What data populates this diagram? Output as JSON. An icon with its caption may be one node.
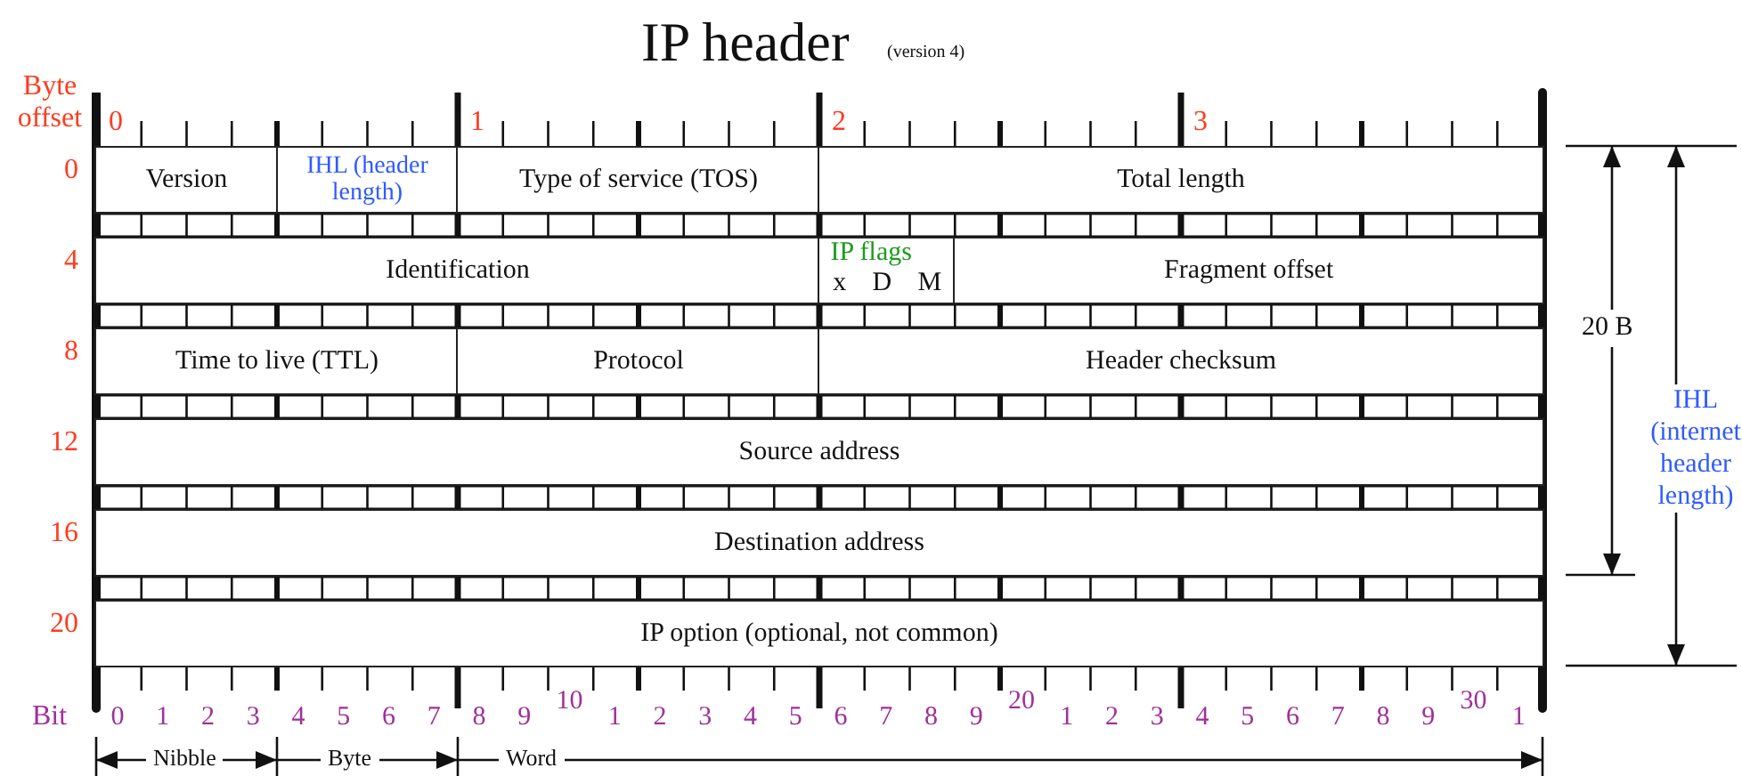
{
  "diagram": {
    "title": "IP header",
    "nodes": [
      {
        "text": [
          "Version"
        ]
      },
      {
        "text": [
          "IHL (header length)"
        ]
      },
      {
        "text": [
          "Type of service (TOS)"
        ]
      },
      {
        "text": [
          "Total length"
        ]
      },
      {
        "text": [
          "Identification"
        ]
      },
      {
        "text": [
          "IP flags",
          "x",
          "D",
          "M"
        ]
      },
      {
        "text": [
          "Fragment offset"
        ]
      },
      {
        "text": [
          "Time to live (TTL)"
        ]
      },
      {
        "text": [
          "Protocol"
        ]
      },
      {
        "text": [
          "Header checksum"
        ]
      },
      {
        "text": [
          "Source address"
        ]
      },
      {
        "text": [
          "Destination address"
        ]
      },
      {
        "text": [
          "IP option (optional, not common)"
        ]
      }
    ],
    "labels": [
      "(version 4)",
      "Byte offset",
      "0",
      "1",
      "2",
      "3",
      "0",
      "4",
      "8",
      "12",
      "16",
      "20",
      "20 B",
      "IHL (internet header length)",
      "Bit",
      "0",
      "1",
      "2",
      "3",
      "4",
      "5",
      "6",
      "7",
      "8",
      "9",
      "10",
      "1",
      "2",
      "3",
      "4",
      "5",
      "6",
      "7",
      "8",
      "9",
      "20",
      "1",
      "2",
      "3",
      "4",
      "5",
      "6",
      "7",
      "8",
      "9",
      "30",
      "1",
      "Nibble",
      "Byte",
      "Word"
    ]
  }
}
